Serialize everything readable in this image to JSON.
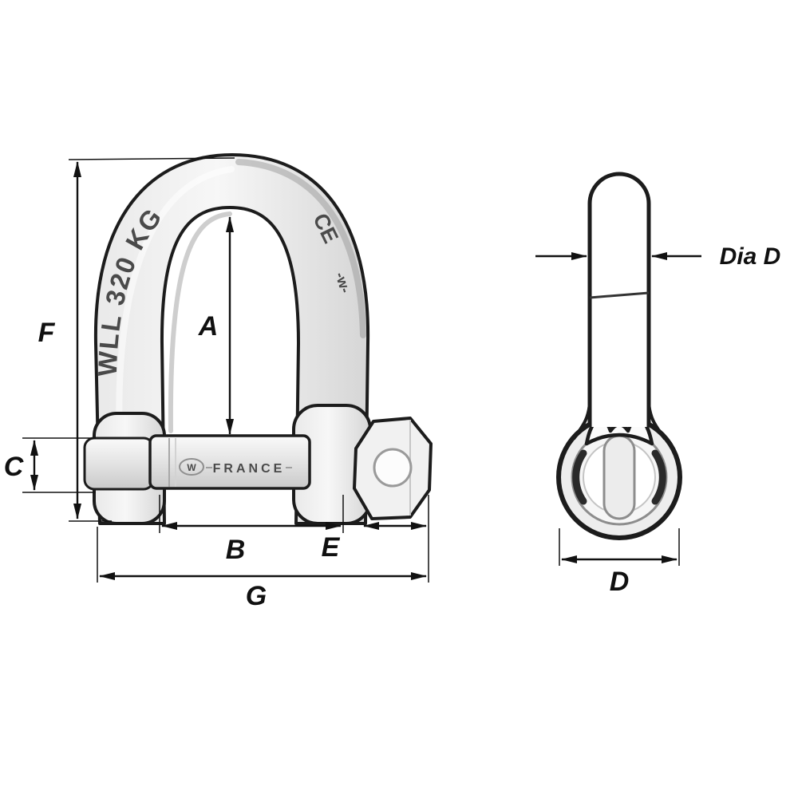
{
  "figure": {
    "markings": {
      "wll": "WLL 320 KG",
      "ce": "CE",
      "side_mark": "-w-",
      "pin_logo": "W",
      "pin_text": "FRANCE"
    },
    "dims": {
      "A": "A",
      "B": "B",
      "C": "C",
      "D": "D",
      "E": "E",
      "F": "F",
      "G": "G"
    },
    "labels": {
      "dia": "Dia D"
    },
    "colors": {
      "line": "#1c1c1c",
      "metal_light": "#f5f5f5",
      "metal_mid": "#dedede",
      "metal_dark": "#c2c2c2",
      "engraving": "#4a4a4a",
      "background": "#ffffff"
    }
  }
}
